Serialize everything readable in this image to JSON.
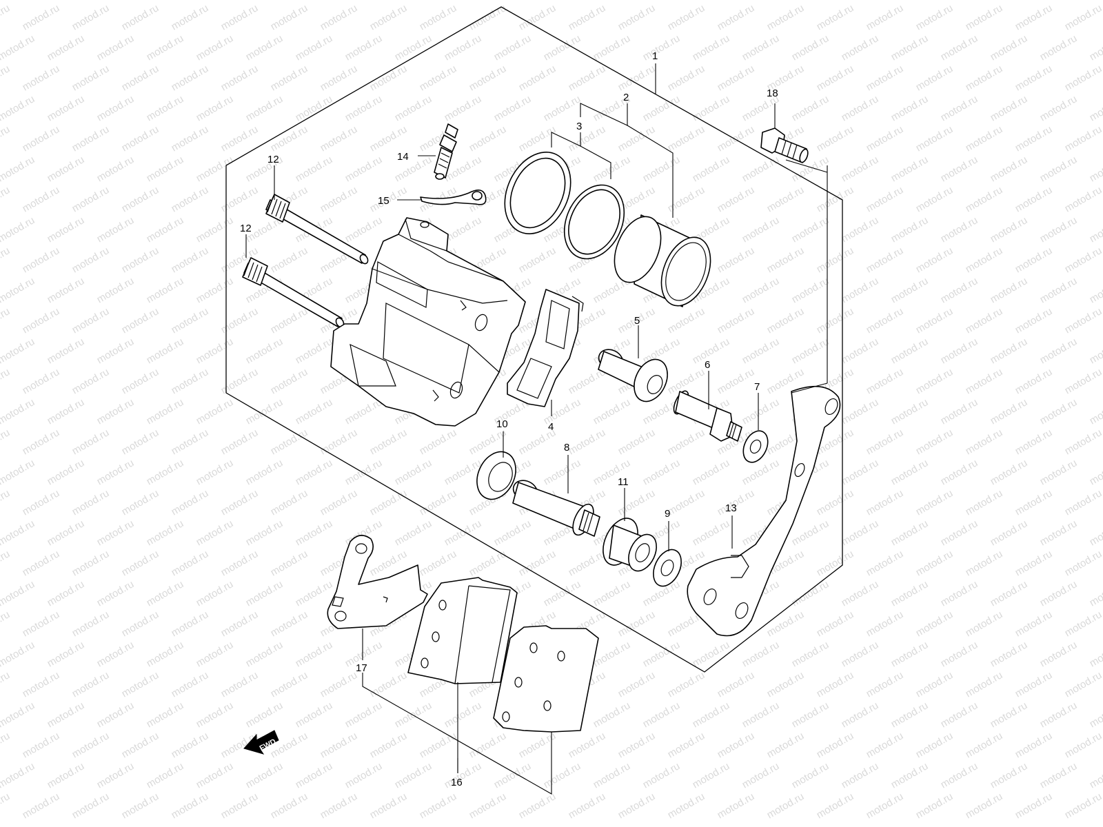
{
  "watermark": {
    "text": "motod.ru"
  },
  "fwd_arrow": {
    "text": "FWD"
  },
  "callouts": [
    {
      "id": "1",
      "text": "1"
    },
    {
      "id": "2",
      "text": "2"
    },
    {
      "id": "3",
      "text": "3"
    },
    {
      "id": "4",
      "text": "4"
    },
    {
      "id": "5",
      "text": "5"
    },
    {
      "id": "6",
      "text": "6"
    },
    {
      "id": "7",
      "text": "7"
    },
    {
      "id": "8",
      "text": "8"
    },
    {
      "id": "9",
      "text": "9"
    },
    {
      "id": "10",
      "text": "10"
    },
    {
      "id": "11",
      "text": "11"
    },
    {
      "id": "12a",
      "text": "12"
    },
    {
      "id": "12b",
      "text": "12"
    },
    {
      "id": "13",
      "text": "13"
    },
    {
      "id": "14",
      "text": "14"
    },
    {
      "id": "15",
      "text": "15"
    },
    {
      "id": "16",
      "text": "16"
    },
    {
      "id": "17",
      "text": "17"
    },
    {
      "id": "18",
      "text": "18"
    }
  ]
}
